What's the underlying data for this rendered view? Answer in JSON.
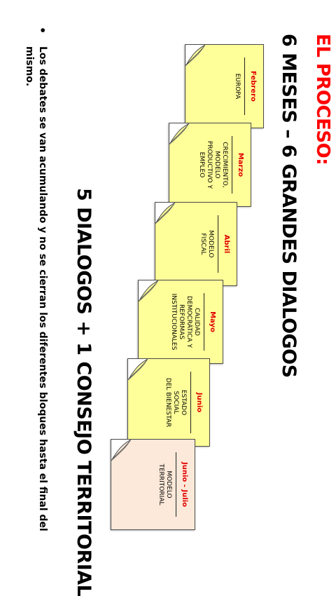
{
  "title": "EL PROCESO:",
  "subtitle": "6 MESES – 6 GRANDES DIALOGOS",
  "summary": "5 DIALOGOS + 1 CONSEJO TERRITORIAL",
  "bullet": {
    "glyph": "•",
    "text": "Los debates se van acumulando y no se cierran los diferentes bloques hasta el final del mismo."
  },
  "notes": [
    {
      "month": "Febrero",
      "topic": "EUROPA",
      "color": "#ffff99"
    },
    {
      "month": "Marzo",
      "topic": "CRECIMIENTO,\nMODELO\nPRODUCTIVO Y\nEMPLEO",
      "color": "#ffff99"
    },
    {
      "month": "Abril",
      "topic": "MODELO\nFISCAL",
      "color": "#ffff99"
    },
    {
      "month": "Mayo",
      "topic": "CALIDAD\nDEMOCRÁTICA Y\nREFORMAS\nINSTITUCIONALES",
      "color": "#ffff99"
    },
    {
      "month": "Junio",
      "topic": "ESTADO\nSOCIAL\nDEL BIENESTAR",
      "color": "#ffff99"
    },
    {
      "month": "Junio - Julio",
      "topic": "MODELO\nTERRITORIAL",
      "color": "#fde9d9"
    }
  ],
  "colors": {
    "title": "#ff0000",
    "month": "#e00000",
    "note_yellow": "#ffff99",
    "note_peach": "#fde9d9"
  }
}
